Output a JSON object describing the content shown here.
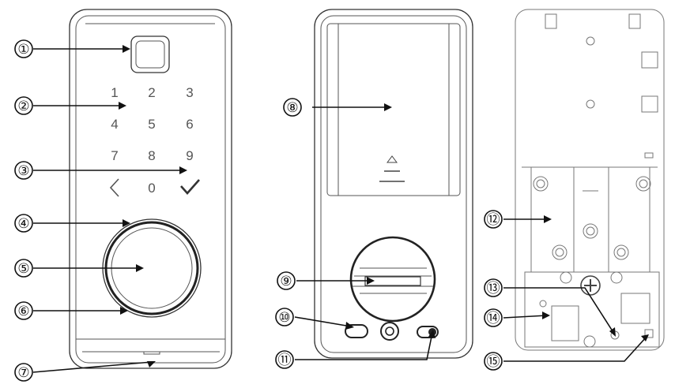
{
  "callouts": [
    {
      "id": "c1",
      "label": "①"
    },
    {
      "id": "c2",
      "label": "②"
    },
    {
      "id": "c3",
      "label": "③"
    },
    {
      "id": "c4",
      "label": "④"
    },
    {
      "id": "c5",
      "label": "⑤"
    },
    {
      "id": "c6",
      "label": "⑥"
    },
    {
      "id": "c7",
      "label": "⑦"
    },
    {
      "id": "c8",
      "label": "⑧"
    },
    {
      "id": "c9",
      "label": "⑨"
    },
    {
      "id": "c10",
      "label": "⑩"
    },
    {
      "id": "c11",
      "label": "⑪"
    },
    {
      "id": "c12",
      "label": "⑫"
    },
    {
      "id": "c13",
      "label": "⑬"
    },
    {
      "id": "c14",
      "label": "⑭"
    },
    {
      "id": "c15",
      "label": "⑮"
    }
  ],
  "keypad": [
    "1",
    "2",
    "3",
    "4",
    "5",
    "6",
    "7",
    "8",
    "9",
    "0"
  ],
  "colors": {
    "line": "#111111",
    "outline": "#333333",
    "background": "#ffffff"
  }
}
